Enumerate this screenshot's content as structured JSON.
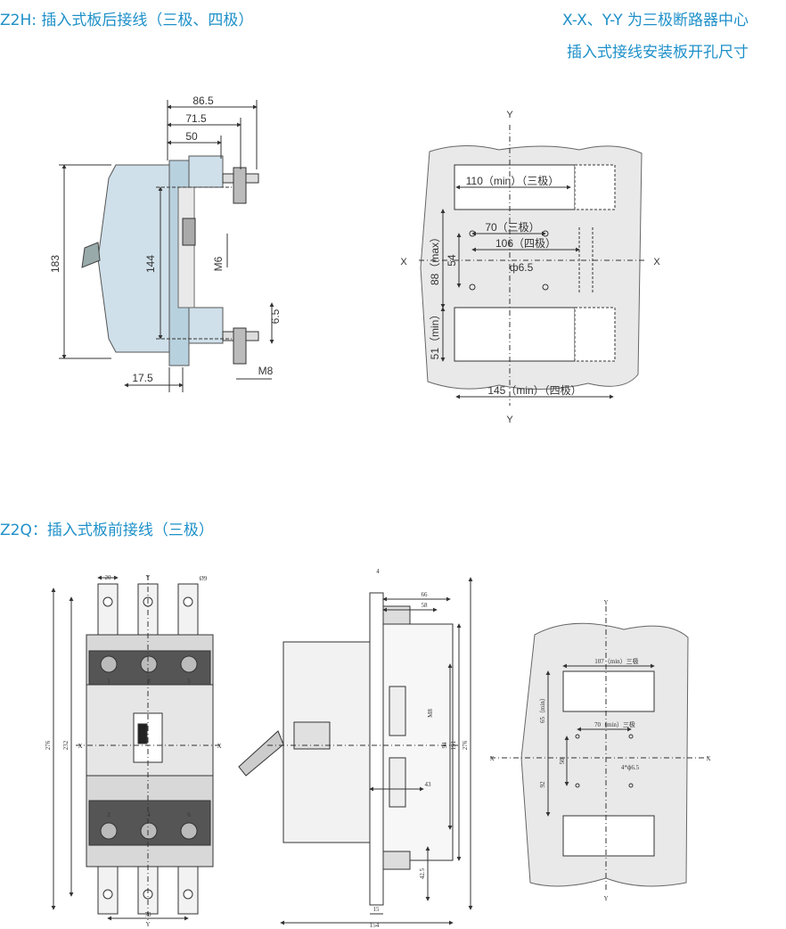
{
  "headings": {
    "z2h": "Z2H: 插入式板后接线（三极、四极）",
    "xy_line1": "X-X、Y-Y 为三极断路器中心",
    "xy_line2": "插入式接线安装板开孔尺寸",
    "z2q": "Z2Q：插入式板前接线（三极）"
  },
  "z2h_side": {
    "d86_5": "86.5",
    "d71_5": "71.5",
    "d50": "50",
    "d183": "183",
    "d144": "144",
    "m6": "M6",
    "d6_5": "6.5",
    "d17_5": "17.5",
    "m8": "M8"
  },
  "z2h_cutout": {
    "y_top": "Y",
    "y_bottom": "Y",
    "x_left": "X",
    "x_right": "X",
    "d110": "110（min）（三极）",
    "d70": "70（三极）",
    "d106": "106（四极）",
    "d54": "54",
    "d88": "88（max）",
    "phi": "ф6.5",
    "d51": "51（min）",
    "d145": "145（min）（四极）"
  },
  "z2q_front": {
    "d20": "20",
    "y_top": "Y",
    "phi9": "Ø9",
    "d276": "276",
    "d232": "232",
    "x_left": "X",
    "x_right": "X",
    "terminals_top": [
      "1",
      "3",
      "5"
    ],
    "terminals_bottom": [
      "2",
      "4",
      "6"
    ],
    "d70": "70",
    "y_bottom": "Y"
  },
  "z2q_side": {
    "d4": "4",
    "d66": "66",
    "d58": "58",
    "m8": "M8",
    "d94": "94",
    "d191": "191",
    "d276": "276",
    "d43": "43",
    "d42_5": "42.5",
    "d15": "15",
    "d154": "154"
  },
  "z2q_cutout": {
    "y_top": "Y",
    "y_bottom": "Y",
    "x_left": "X",
    "x_right": "X",
    "d107": "107（min）三极",
    "d65": "65（min）",
    "d70": "70（min）三极",
    "d50": "50",
    "d92": "92",
    "holes": "4*ф6.5"
  }
}
